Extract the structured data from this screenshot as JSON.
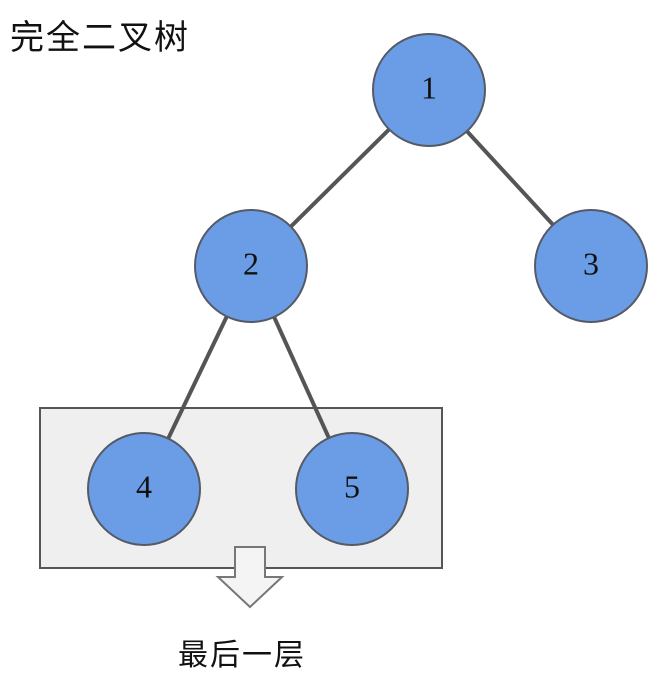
{
  "title": "完全二叉树",
  "caption": "最后一层",
  "colors": {
    "node_fill": "#6a9de6",
    "node_stroke": "#555a66",
    "edge": "#555555",
    "box_fill": "#efefef",
    "box_stroke": "#555555",
    "arrow_fill": "#f4f4f4",
    "arrow_stroke": "#777777"
  },
  "nodes": [
    {
      "id": "1",
      "label": "1"
    },
    {
      "id": "2",
      "label": "2"
    },
    {
      "id": "3",
      "label": "3"
    },
    {
      "id": "4",
      "label": "4"
    },
    {
      "id": "5",
      "label": "5"
    }
  ],
  "edges": [
    {
      "from": "1",
      "to": "2"
    },
    {
      "from": "1",
      "to": "3"
    },
    {
      "from": "2",
      "to": "4"
    },
    {
      "from": "2",
      "to": "5"
    }
  ]
}
